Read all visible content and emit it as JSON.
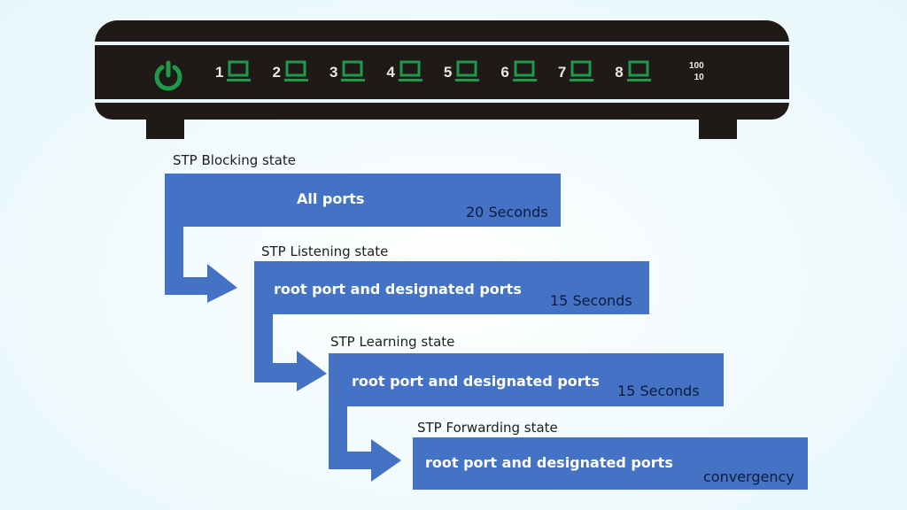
{
  "device": {
    "name": "network switch",
    "power_icon": "power-icon",
    "ports": [
      {
        "number": "1",
        "icon": "port-monitor-icon",
        "led_color": "#1e9a4a"
      },
      {
        "number": "2",
        "icon": "port-monitor-icon",
        "led_color": "#1e9a4a"
      },
      {
        "number": "3",
        "icon": "port-monitor-icon",
        "led_color": "#1e9a4a"
      },
      {
        "number": "4",
        "icon": "port-monitor-icon",
        "led_color": "#1e9a4a"
      },
      {
        "number": "5",
        "icon": "port-monitor-icon",
        "led_color": "#1e9a4a"
      },
      {
        "number": "6",
        "icon": "port-monitor-icon",
        "led_color": "#1e9a4a"
      },
      {
        "number": "7",
        "icon": "port-monitor-icon",
        "led_color": "#1e9a4a"
      },
      {
        "number": "8",
        "icon": "port-monitor-icon",
        "led_color": "#1e9a4a"
      }
    ],
    "speed_labels": [
      "100",
      "10"
    ]
  },
  "states": [
    {
      "label": "STP Blocking state",
      "ports": "All ports",
      "duration": "20 Seconds"
    },
    {
      "label": "STP Listening state",
      "ports": "root port and designated ports",
      "duration": "15 Seconds"
    },
    {
      "label": "STP Learning state",
      "ports": "root port and designated ports",
      "duration": "15 Seconds"
    },
    {
      "label": "STP Forwarding state",
      "ports": "root port and designated ports",
      "duration": "convergency"
    }
  ],
  "colors": {
    "box_fill": "#4472c4",
    "device_body": "#1f1a18",
    "led_green": "#1e9a4a",
    "background": "#eef9fc"
  }
}
